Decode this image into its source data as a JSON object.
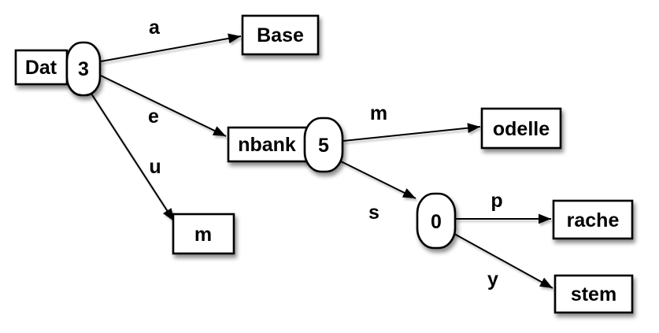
{
  "diagram": {
    "kind": "trie",
    "colors": {
      "background": "#ffffff",
      "node_fill": "#ffffff",
      "stroke": "#000000",
      "shadow": "rgba(0,0,0,0.45)"
    },
    "nodes": {
      "dat": {
        "label": "Dat",
        "badge": "3"
      },
      "base": {
        "label": "Base"
      },
      "nbank": {
        "label": "nbank",
        "badge": "5"
      },
      "m": {
        "label": "m"
      },
      "odelle": {
        "label": "odelle"
      },
      "zero": {
        "badge": "0"
      },
      "rache": {
        "label": "rache"
      },
      "stem": {
        "label": "stem"
      }
    },
    "edges": {
      "a": "a",
      "e": "e",
      "u": "u",
      "m": "m",
      "s": "s",
      "p": "p",
      "y": "y"
    }
  }
}
